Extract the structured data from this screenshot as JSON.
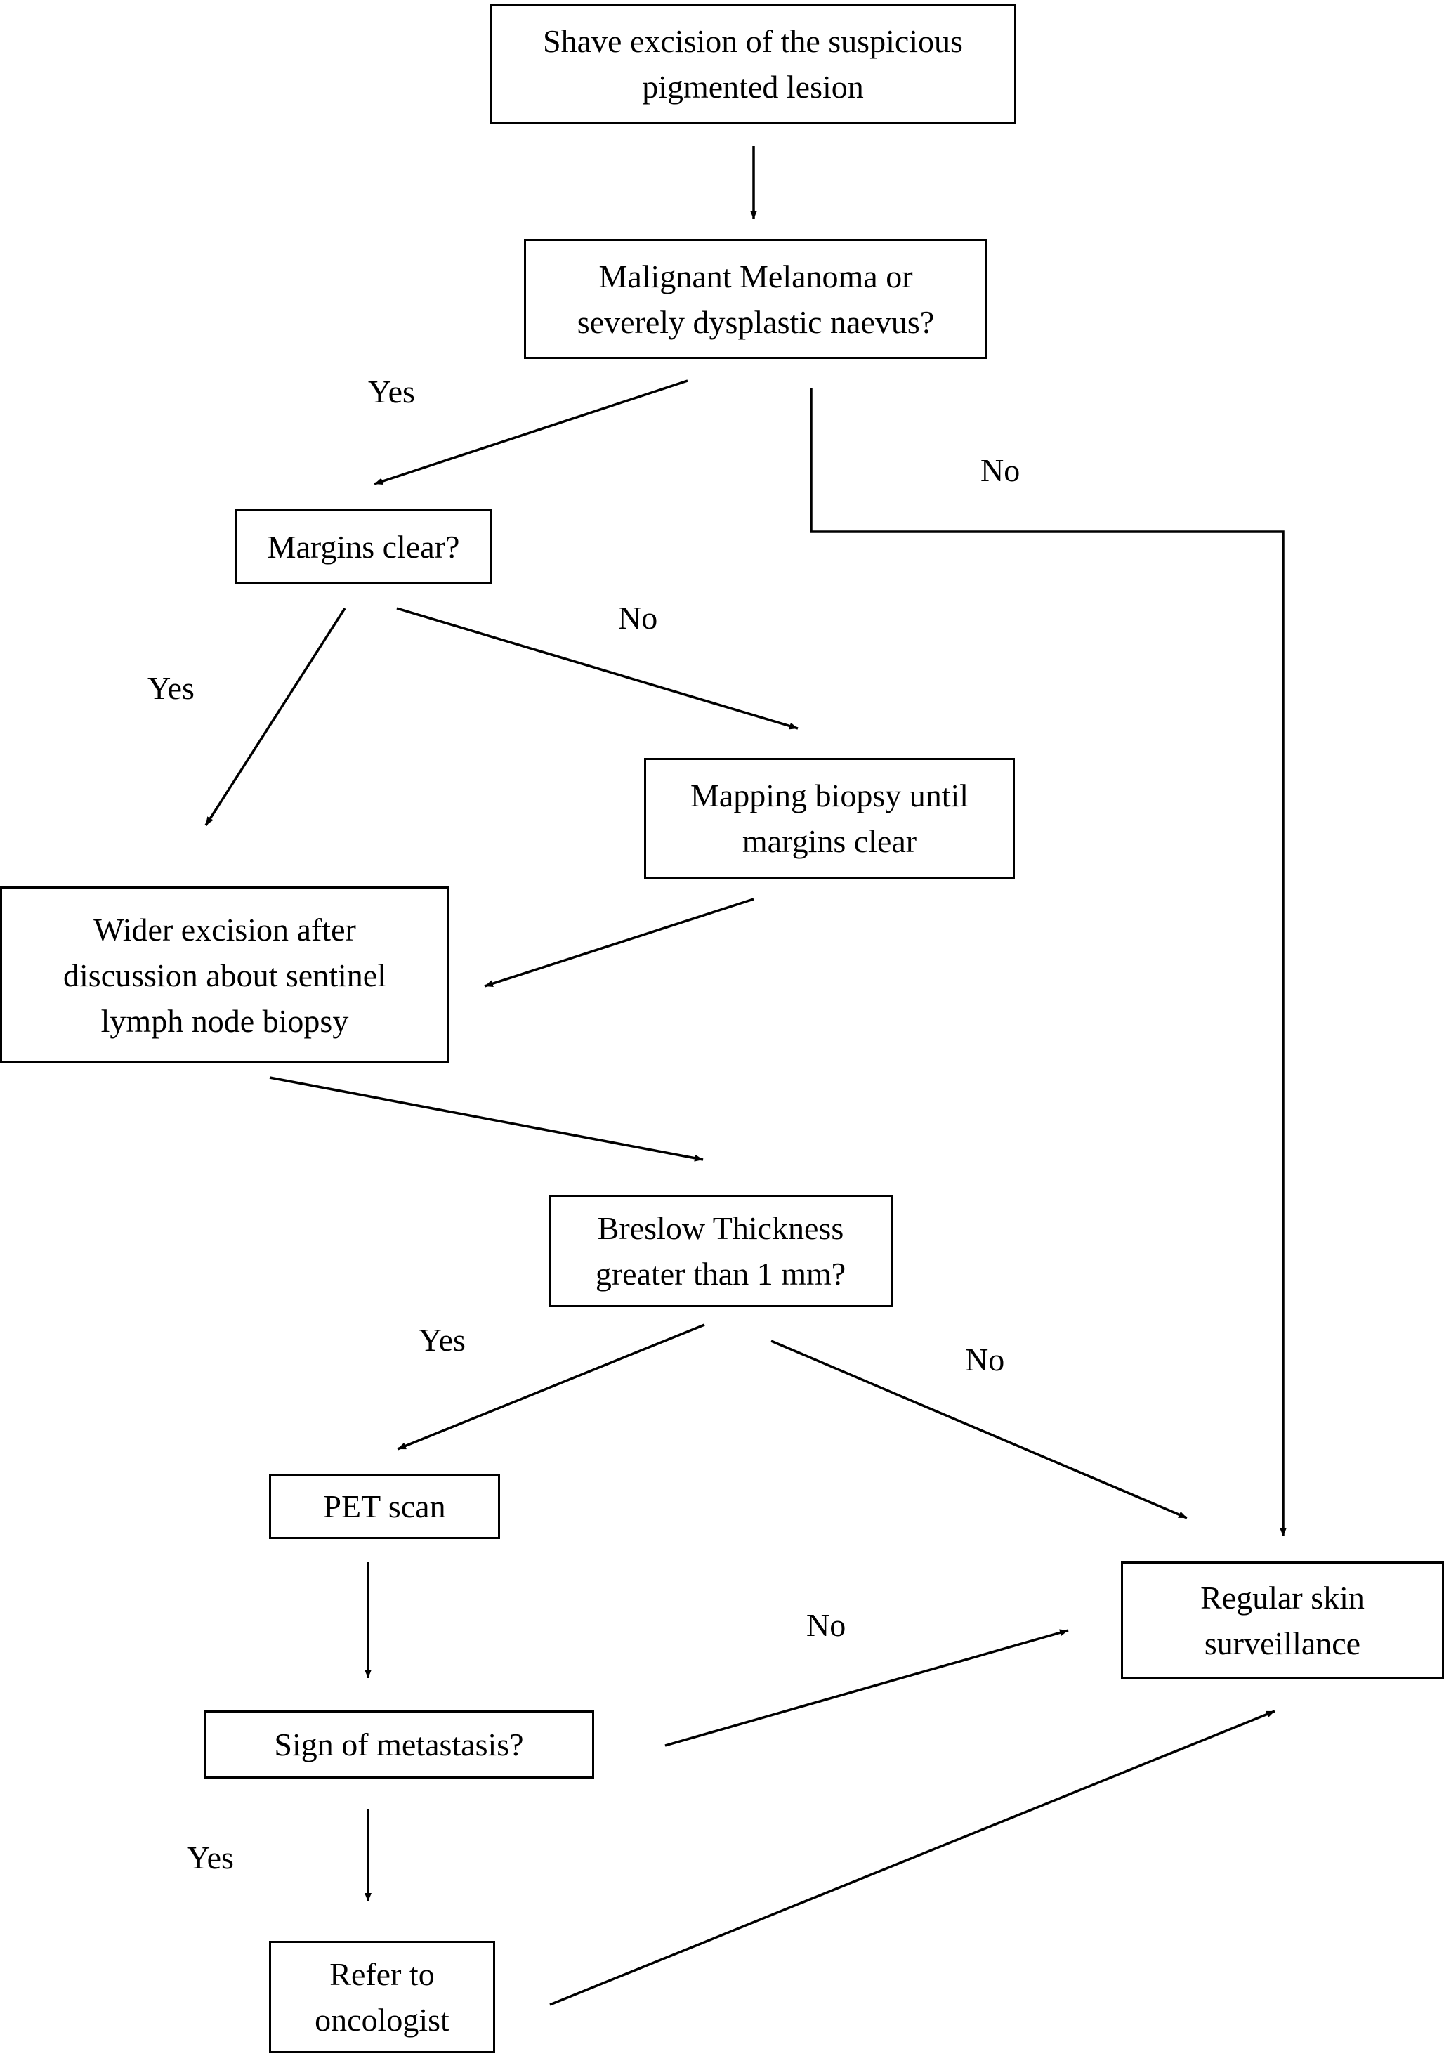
{
  "diagram": {
    "nodes": {
      "shave_excision": "Shave excision of the suspicious\npigmented lesion",
      "melanoma_question": "Malignant Melanoma or\nseverely dysplastic naevus?",
      "margins_clear": "Margins clear?",
      "mapping_biopsy": "Mapping biopsy until\nmargins clear",
      "wider_excision": "Wider excision after\ndiscussion about sentinel\nlymph node biopsy",
      "breslow": "Breslow Thickness\ngreater than 1 mm?",
      "pet_scan": "PET scan",
      "metastasis": "Sign of metastasis?",
      "oncologist": "Refer to\noncologist",
      "surveillance": "Regular skin\nsurveillance"
    },
    "edge_labels": {
      "melanoma_yes": "Yes",
      "melanoma_no": "No",
      "margins_yes": "Yes",
      "margins_no": "No",
      "breslow_yes": "Yes",
      "breslow_no": "No",
      "metastasis_no": "No",
      "metastasis_yes": "Yes"
    },
    "line_color": "#000000"
  }
}
